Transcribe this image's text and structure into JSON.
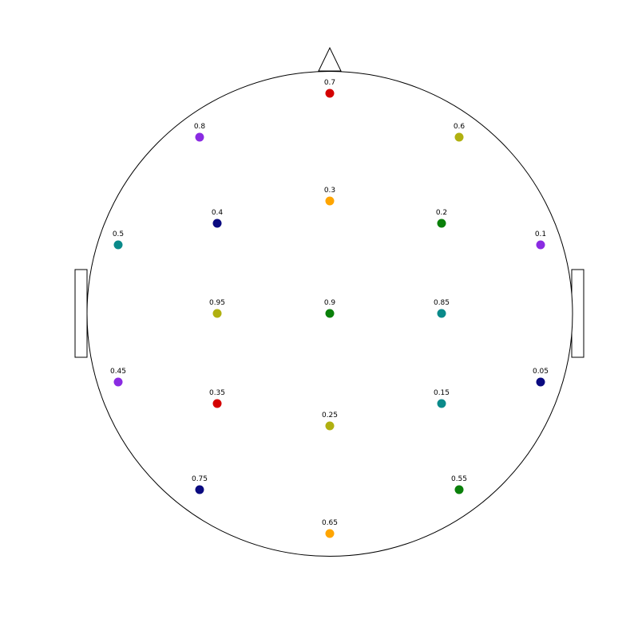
{
  "head": {
    "outline_color": "#000000",
    "background": "#ffffff"
  },
  "electrodes": [
    {
      "label": "0.7",
      "value": 0.7,
      "color": "#d40000"
    },
    {
      "label": "0.8",
      "value": 0.8,
      "color": "#8a2be2"
    },
    {
      "label": "0.6",
      "value": 0.6,
      "color": "#b0b010"
    },
    {
      "label": "0.3",
      "value": 0.3,
      "color": "#ffa500"
    },
    {
      "label": "0.4",
      "value": 0.4,
      "color": "#0a0a80"
    },
    {
      "label": "0.2",
      "value": 0.2,
      "color": "#0a800a"
    },
    {
      "label": "0.5",
      "value": 0.5,
      "color": "#0a8a8a"
    },
    {
      "label": "0.1",
      "value": 0.1,
      "color": "#8a2be2"
    },
    {
      "label": "0.95",
      "value": 0.95,
      "color": "#b0b010"
    },
    {
      "label": "0.9",
      "value": 0.9,
      "color": "#0a800a"
    },
    {
      "label": "0.85",
      "value": 0.85,
      "color": "#0a8a8a"
    },
    {
      "label": "0.45",
      "value": 0.45,
      "color": "#8a2be2"
    },
    {
      "label": "0.05",
      "value": 0.05,
      "color": "#0a0a80"
    },
    {
      "label": "0.35",
      "value": 0.35,
      "color": "#d40000"
    },
    {
      "label": "0.15",
      "value": 0.15,
      "color": "#0a8a8a"
    },
    {
      "label": "0.25",
      "value": 0.25,
      "color": "#b0b010"
    },
    {
      "label": "0.75",
      "value": 0.75,
      "color": "#0a0a80"
    },
    {
      "label": "0.55",
      "value": 0.55,
      "color": "#0a800a"
    },
    {
      "label": "0.65",
      "value": 0.65,
      "color": "#ffa500"
    }
  ]
}
